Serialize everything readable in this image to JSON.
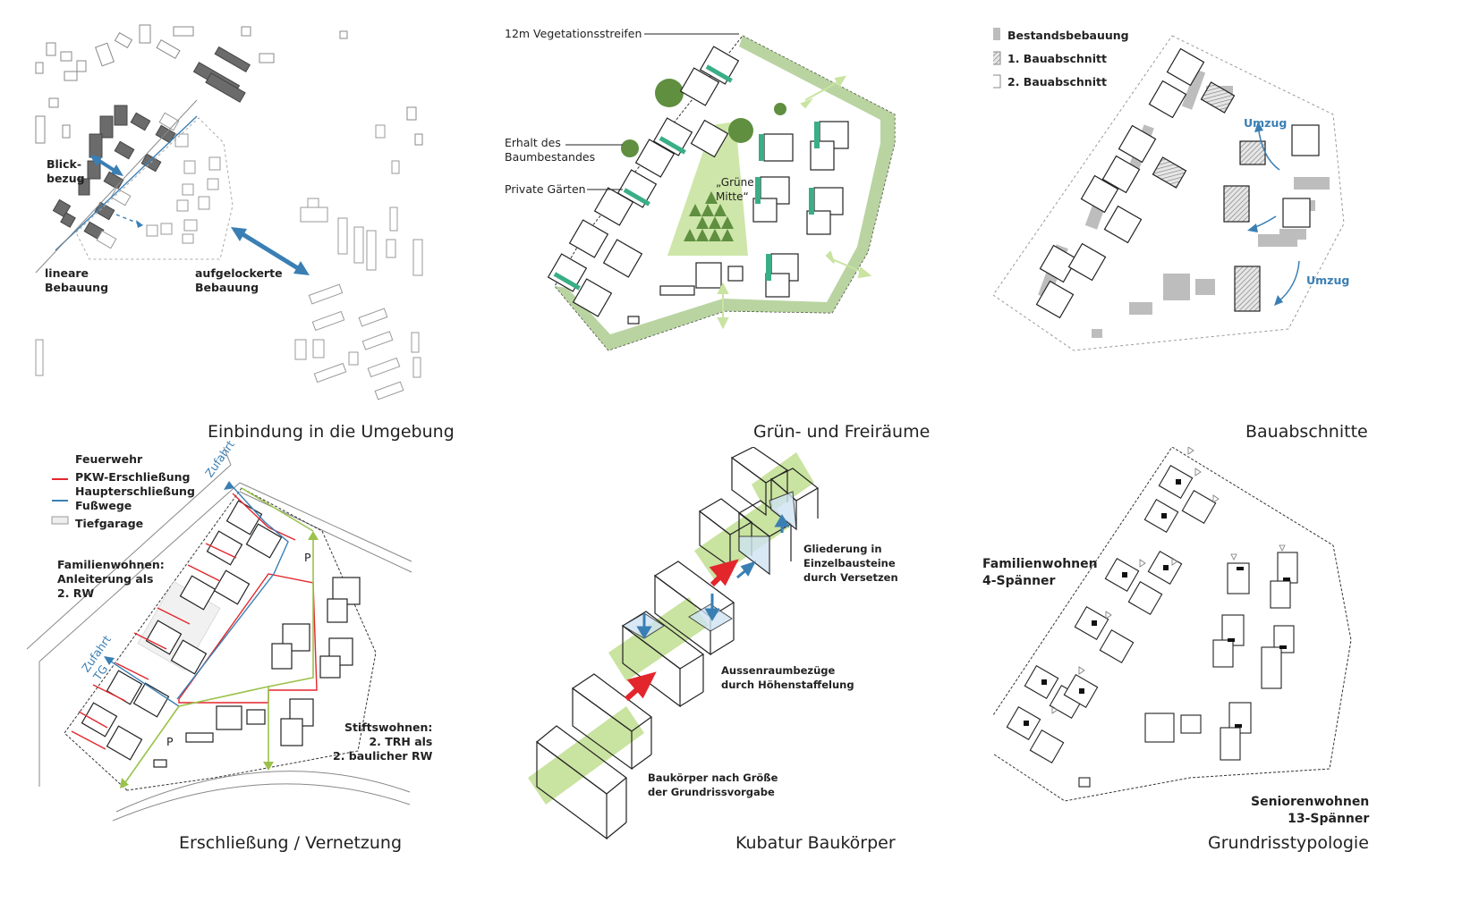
{
  "colors": {
    "blue": "#3a7fb4",
    "red": "#e3262c",
    "green_light": "#c9e3a0",
    "green_mid": "#a8c98a",
    "green_dark": "#5f8f3f",
    "teal": "#3aae86",
    "gray_existing": "#bdbdbd",
    "gray_dark": "#6b6b6b"
  },
  "panels": {
    "umgebung": {
      "title": "Einbindung in die Umgebung",
      "label_blick": "Blick-\nbezug",
      "label_linear": "lineare\nBebauung",
      "label_aufgelockert": "aufgelockerte\nBebauung",
      "icons": [
        "double-arrow-icon"
      ]
    },
    "gruen": {
      "title": "Grün- und Freiräume",
      "label_vegetation": "12m Vegetationsstreifen",
      "label_erhalt": "Erhalt des\nBaumbestandes",
      "label_gaerten": "Private Gärten",
      "label_mitte": "„Grüne\nMitte“"
    },
    "bauabschnitte": {
      "title": "Bauabschnitte",
      "legend": [
        "Bestandsbebauung",
        "1. Bauabschnitt",
        "2. Bauabschnitt"
      ],
      "label_umzug_1": "Umzug",
      "label_umzug_2": "Umzug"
    },
    "erschliessung": {
      "title": "Erschließung / Vernetzung",
      "legend": [
        "Feuerwehr",
        "PKW-Erschließung",
        "Haupterschließung\nFußwege",
        "Tiefgarage"
      ],
      "label_familien": "Familienwohnen:\nAnleiterung als\n2. RW",
      "label_stifts": "Stiftswohnen:\n2. TRH als\n2. baulicher RW",
      "label_zufahrt_1": "Zufahrt",
      "label_zufahrt_2": "Zufahrt\nTG",
      "label_p_1": "P",
      "label_p_2": "P"
    },
    "kubatur": {
      "title": "Kubatur Baukörper",
      "label_gliederung": "Gliederung in\nEinzelbausteine\ndurch Versetzen",
      "label_aussenraum": "Aussenraumbezüge\ndurch Höhenstaffelung",
      "label_baukoerper": "Baukörper nach Größe\nder Grundrissvorgabe"
    },
    "grundriss": {
      "title": "Grundrisstypologie",
      "label_familien": "Familienwohnen\n4-Spänner",
      "label_senioren": "Seniorenwohnen\n13-Spänner"
    }
  }
}
